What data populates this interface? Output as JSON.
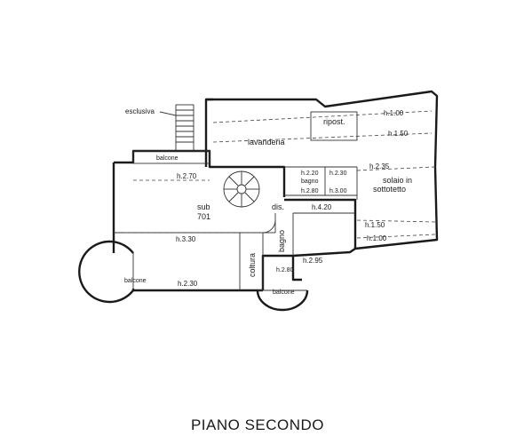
{
  "title": "PIANO SECONDO",
  "labels": {
    "esclusiva": "esclusiva",
    "ripost": "ripost.",
    "lavanderia": "lavanderia",
    "balcone_top": "balcone",
    "balcone_left": "balcone",
    "balcone_bottom": "balcone",
    "sub": "sub",
    "sub_num": "701",
    "dis": "dis.",
    "bagno_upper": "bagno",
    "bagno_lower": "bagno",
    "coltura": "coltura",
    "solaio_line1": "solaio in",
    "solaio_line2": "sottotetto"
  },
  "heights": {
    "h100_top": "h.1.00",
    "h150_top": "h.1.50",
    "h235": "h.2.35",
    "h270": "h.2.70",
    "h220": "h.2.20",
    "h230_bagno": "h.2.30",
    "h280_bagno": "h.2.80",
    "h300_bagno": "h.3.00",
    "h420": "h.4.20",
    "h330": "h.3.30",
    "h150_bot": "h.1.50",
    "h100_bot": "h.1.00",
    "h280_lower": "h.2.80",
    "h295": "h.2.95",
    "h230_main": "h.2.30"
  }
}
